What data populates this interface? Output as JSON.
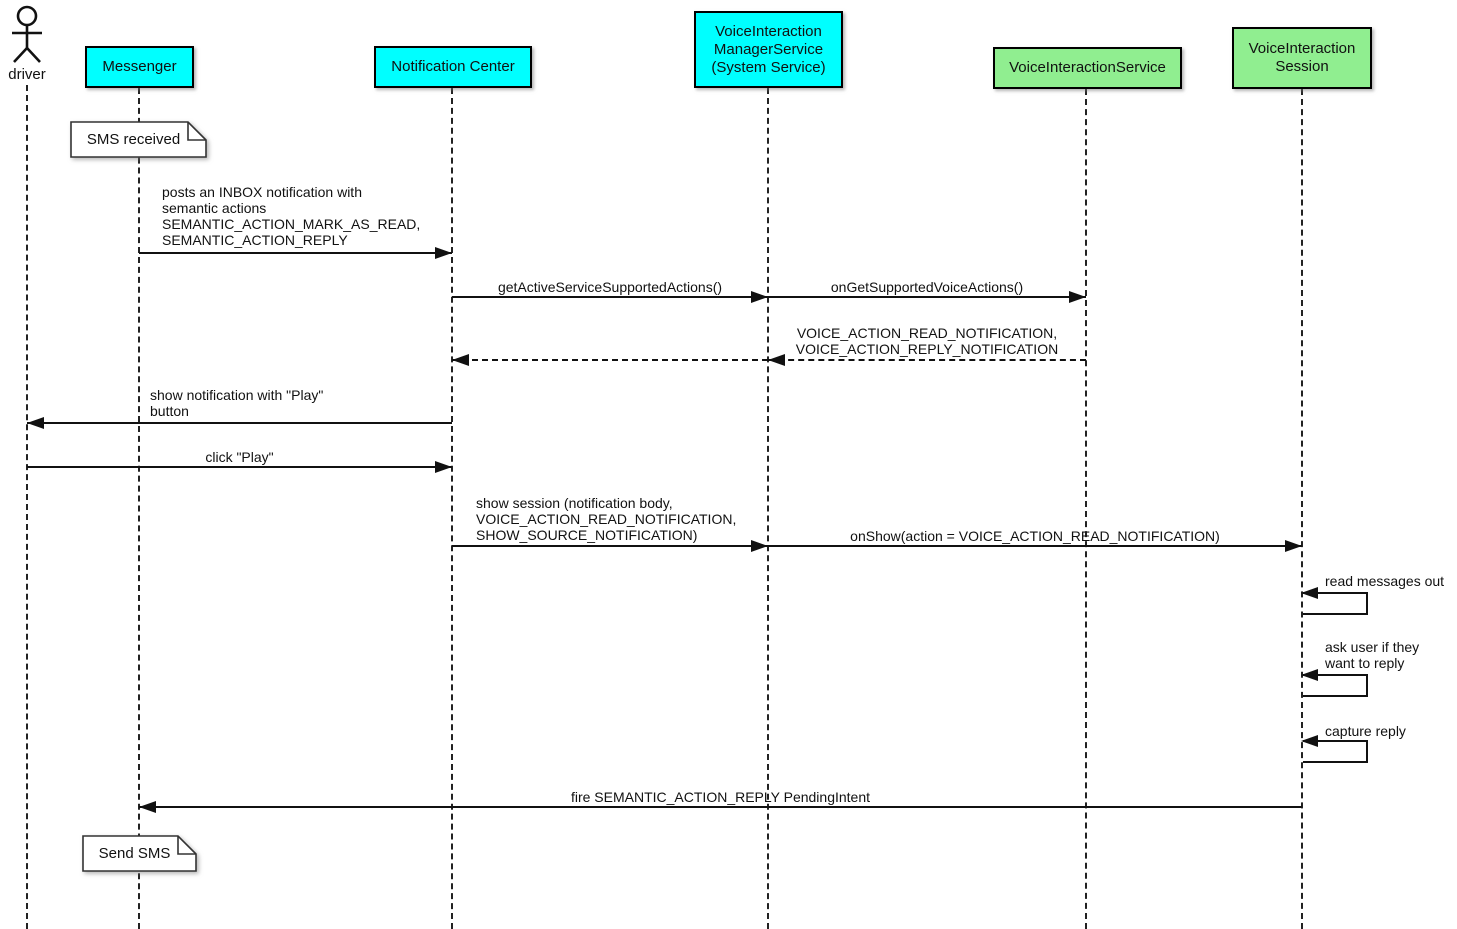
{
  "diagram": {
    "title": "voice interaction notification sequence",
    "colors": {
      "system": "#00FFFF",
      "service": "#90EE90",
      "line": "#111111",
      "background": "#FFFFFF"
    },
    "actor": {
      "label": "driver"
    },
    "participants": [
      {
        "label": "Messenger",
        "color": "#00FFFF"
      },
      {
        "label": "Notification Center",
        "color": "#00FFFF"
      },
      {
        "label": "VoiceInteraction\nManagerService\n(System Service)",
        "color": "#00FFFF"
      },
      {
        "label": "VoiceInteractionService",
        "color": "#90EE90"
      },
      {
        "label": "VoiceInteraction\nSession",
        "color": "#90EE90"
      }
    ],
    "notes": [
      {
        "label": "SMS received",
        "attached_to": "Messenger"
      },
      {
        "label": "Send SMS",
        "attached_to": "Messenger"
      }
    ],
    "messages": [
      {
        "label": "posts an INBOX notification with\nsemantic actions\nSEMANTIC_ACTION_MARK_AS_READ,\nSEMANTIC_ACTION_REPLY",
        "from": "Messenger",
        "to": "Notification Center",
        "style": "solid"
      },
      {
        "label": "getActiveServiceSupportedActions()",
        "from": "Notification Center",
        "to": "VoiceInteraction ManagerService",
        "style": "solid"
      },
      {
        "label": "onGetSupportedVoiceActions()",
        "from": "VoiceInteraction ManagerService",
        "to": "VoiceInteractionService",
        "style": "solid"
      },
      {
        "label": "VOICE_ACTION_READ_NOTIFICATION,\nVOICE_ACTION_REPLY_NOTIFICATION",
        "from": "VoiceInteractionService",
        "to": "VoiceInteraction ManagerService",
        "style": "dashed-return"
      },
      {
        "label": "",
        "from": "VoiceInteraction ManagerService",
        "to": "Notification Center",
        "style": "dashed-return"
      },
      {
        "label": "show notification with \"Play\"\nbutton",
        "from": "Notification Center",
        "to": "driver",
        "style": "solid"
      },
      {
        "label": "click \"Play\"",
        "from": "driver",
        "to": "Notification Center",
        "style": "solid"
      },
      {
        "label": "show session (notification body,\nVOICE_ACTION_READ_NOTIFICATION,\nSHOW_SOURCE_NOTIFICATION)",
        "from": "Notification Center",
        "to": "VoiceInteraction ManagerService",
        "style": "solid"
      },
      {
        "label": "onShow(action = VOICE_ACTION_READ_NOTIFICATION)",
        "from": "VoiceInteraction ManagerService",
        "to": "VoiceInteraction Session",
        "style": "solid"
      },
      {
        "label": "read messages out",
        "from": "VoiceInteraction Session",
        "to": "VoiceInteraction Session",
        "style": "self"
      },
      {
        "label": "ask user if they\nwant to reply",
        "from": "VoiceInteraction Session",
        "to": "VoiceInteraction Session",
        "style": "self"
      },
      {
        "label": "capture reply",
        "from": "VoiceInteraction Session",
        "to": "VoiceInteraction Session",
        "style": "self"
      },
      {
        "label": "fire SEMANTIC_ACTION_REPLY PendingIntent",
        "from": "VoiceInteraction Session",
        "to": "Messenger",
        "style": "solid"
      }
    ]
  }
}
